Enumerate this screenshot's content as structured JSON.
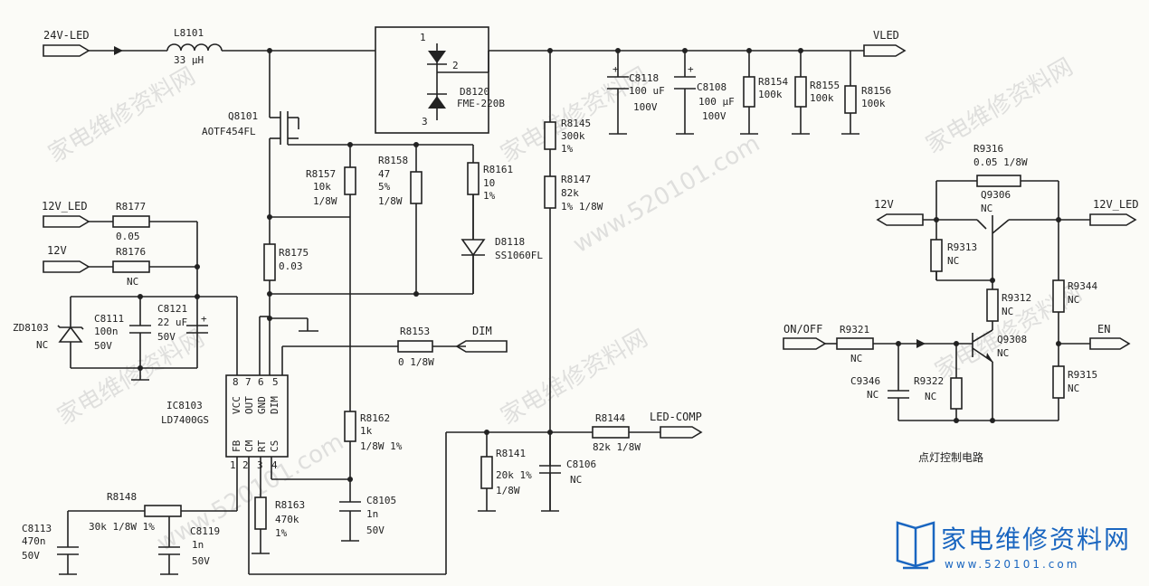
{
  "nets": {
    "in_24v": "24V-LED",
    "vled": "VLED",
    "in_12v_led": "12V_LED",
    "in_12v": "12V",
    "dim": "DIM",
    "led_comp": "LED-COMP",
    "r_12v": "12V",
    "r_12v_led": "12V_LED",
    "on_off": "ON/OFF",
    "en": "EN"
  },
  "components": {
    "L8101": {
      "ref": "L8101",
      "val": "33 μH"
    },
    "D8120": {
      "ref": "D8120",
      "val": "FME-220B",
      "pin1": "1",
      "pin2": "2",
      "pin3": "3"
    },
    "Q8101": {
      "ref": "Q8101",
      "val": "AOTF454FL"
    },
    "C8118": {
      "ref": "C8118",
      "val": "100 uF",
      "v": "100V"
    },
    "C8108": {
      "ref": "C8108",
      "val": "100 μF",
      "v": "100V"
    },
    "R8154": {
      "ref": "R8154",
      "val": "100k"
    },
    "R8155": {
      "ref": "R8155",
      "val": "100k"
    },
    "R8156": {
      "ref": "R8156",
      "val": "100k"
    },
    "R8145": {
      "ref": "R8145",
      "val": "300k",
      "tol": "1%"
    },
    "R8147": {
      "ref": "R8147",
      "val": "82k",
      "tol": "1% 1/8W"
    },
    "R8157": {
      "ref": "R8157",
      "val": "10k",
      "pw": "1/8W"
    },
    "R8158": {
      "ref": "R8158",
      "val": "47",
      "tol": "5%",
      "pw": "1/8W"
    },
    "R8161": {
      "ref": "R8161",
      "val": "10",
      "tol": "1%"
    },
    "D8118": {
      "ref": "D8118",
      "val": "SS1060FL"
    },
    "R8177": {
      "ref": "R8177",
      "val": "0.05"
    },
    "R8176": {
      "ref": "R8176",
      "val": "NC"
    },
    "R8175": {
      "ref": "R8175",
      "val": "0.03"
    },
    "ZD8103": {
      "ref": "ZD8103",
      "val": "NC"
    },
    "C8111": {
      "ref": "C8111",
      "val": "100n",
      "v": "50V"
    },
    "C8121": {
      "ref": "C8121",
      "val": "22 uF",
      "v": "50V"
    },
    "R8153": {
      "ref": "R8153",
      "val": "0 1/8W"
    },
    "IC8103": {
      "ref": "IC8103",
      "val": "LD7400GS",
      "top_pins": [
        "VCC",
        "OUT",
        "GND",
        "DIM"
      ],
      "top_nums": [
        "8",
        "7",
        "6",
        "5"
      ],
      "bot_pins": [
        "FB",
        "CM",
        "RT",
        "CS"
      ],
      "bot_nums": [
        "1",
        "2",
        "3",
        "4"
      ]
    },
    "R8162": {
      "ref": "R8162",
      "val": "1k",
      "tol": "1/8W 1%"
    },
    "R8144": {
      "ref": "R8144",
      "val": "82k 1/8W"
    },
    "R8141": {
      "ref": "R8141",
      "val": "20k 1%",
      "pw": "1/8W"
    },
    "C8106": {
      "ref": "C8106",
      "val": "NC"
    },
    "R8148": {
      "ref": "R8148",
      "val": "30k 1/8W 1%"
    },
    "C8113": {
      "ref": "C8113",
      "val": "470n",
      "v": "50V"
    },
    "C8119": {
      "ref": "C8119",
      "val": "1n",
      "v": "50V"
    },
    "R8163": {
      "ref": "R8163",
      "val": "470k",
      "tol": "1%"
    },
    "C8105": {
      "ref": "C8105",
      "val": "1n",
      "v": "50V"
    },
    "R9316": {
      "ref": "R9316",
      "val": "0.05 1/8W"
    },
    "Q9306": {
      "ref": "Q9306",
      "val": "NC"
    },
    "R9313": {
      "ref": "R9313",
      "val": "NC"
    },
    "R9312": {
      "ref": "R9312",
      "val": "NC"
    },
    "R9344": {
      "ref": "R9344",
      "val": "NC"
    },
    "R9321": {
      "ref": "R9321",
      "val": "NC"
    },
    "Q9308": {
      "ref": "Q9308",
      "val": "NC"
    },
    "C9346": {
      "ref": "C9346",
      "val": "NC"
    },
    "R9322": {
      "ref": "R9322",
      "val": "NC"
    },
    "R9315": {
      "ref": "R9315",
      "val": "NC"
    }
  },
  "captions": {
    "light_ctrl": "点灯控制电路"
  },
  "watermark": {
    "text": "家电维修资料网",
    "url": "www.520101.com"
  },
  "logo": {
    "cn": "家电维修资料网",
    "url": "www.520101.com",
    "color": "#1a66c0"
  }
}
